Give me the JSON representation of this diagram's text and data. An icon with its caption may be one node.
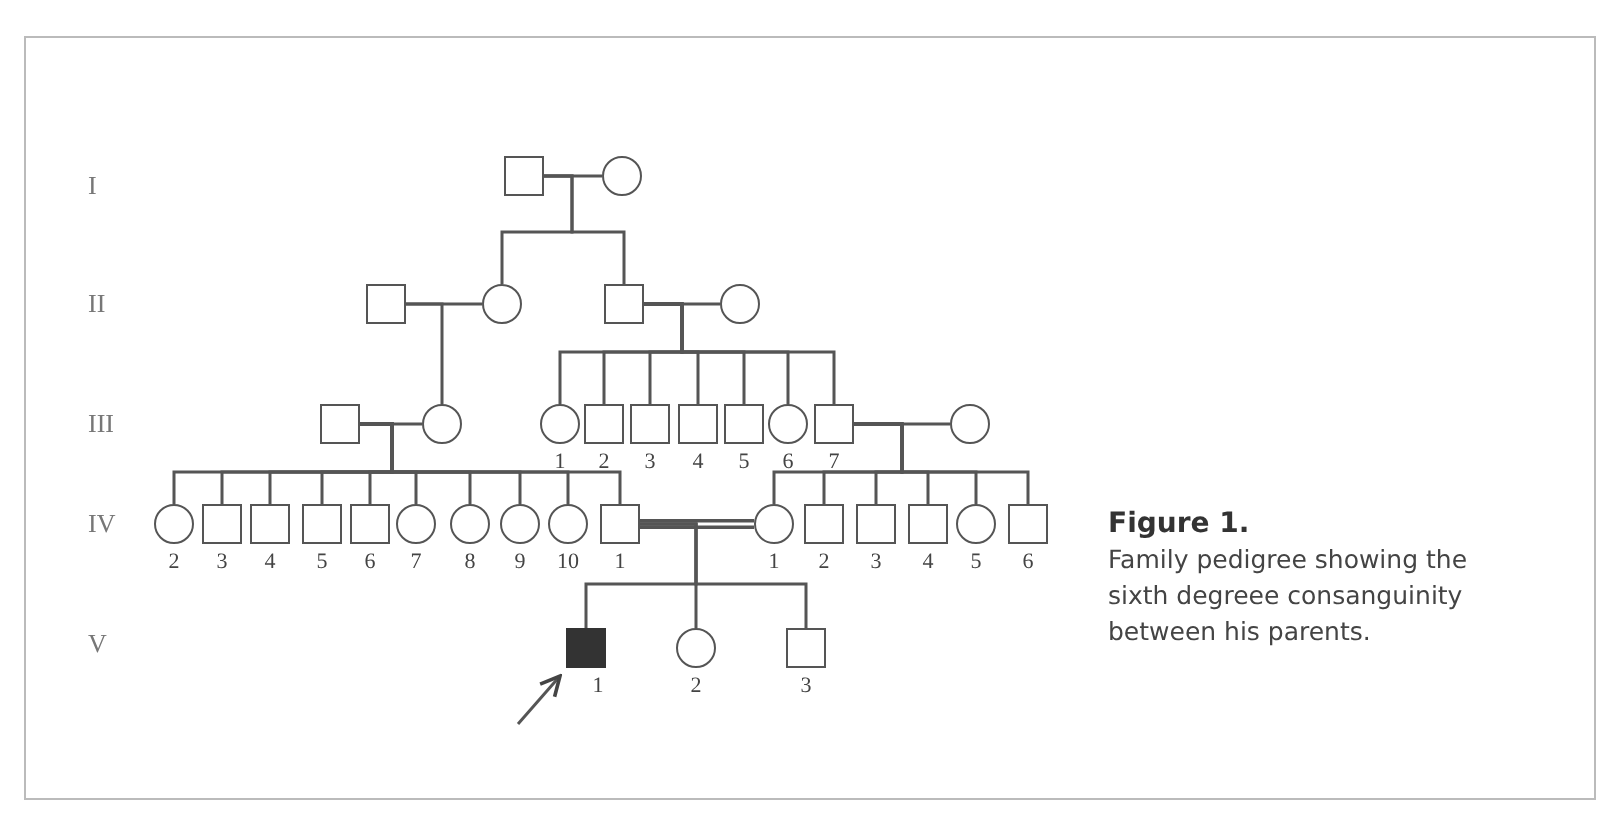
{
  "diagram": {
    "title": "Figure 1.",
    "caption": "Family pedigree showing the sixth degreee consanguinity between his parents.",
    "nodes": [
      {
        "text": [],
        "shape": "box"
      },
      {
        "text": [],
        "shape": "circle"
      },
      {
        "text": [],
        "shape": "box"
      },
      {
        "text": [],
        "shape": "circle"
      },
      {
        "text": [],
        "shape": "box"
      },
      {
        "text": [],
        "shape": "circle"
      },
      {
        "text": [],
        "shape": "box"
      },
      {
        "text": [],
        "shape": "circle"
      },
      {
        "text": [],
        "shape": "circle",
        "beside": [
          "1"
        ]
      },
      {
        "text": [],
        "shape": "box",
        "beside": [
          "2"
        ]
      },
      {
        "text": [],
        "shape": "box",
        "beside": [
          "3"
        ]
      },
      {
        "text": [],
        "shape": "box",
        "beside": [
          "4"
        ]
      },
      {
        "text": [],
        "shape": "box",
        "beside": [
          "5"
        ]
      },
      {
        "text": [],
        "shape": "circle",
        "beside": [
          "6"
        ]
      },
      {
        "text": [],
        "shape": "box",
        "beside": [
          "7"
        ]
      },
      {
        "text": [],
        "shape": "circle"
      },
      {
        "text": [],
        "shape": "circle",
        "beside": [
          "2"
        ]
      },
      {
        "text": [],
        "shape": "box",
        "beside": [
          "3"
        ]
      },
      {
        "text": [],
        "shape": "box",
        "beside": [
          "4"
        ]
      },
      {
        "text": [],
        "shape": "box",
        "beside": [
          "5"
        ]
      },
      {
        "text": [],
        "shape": "box",
        "beside": [
          "6"
        ]
      },
      {
        "text": [],
        "shape": "circle",
        "beside": [
          "7"
        ]
      },
      {
        "text": [],
        "shape": "circle",
        "beside": [
          "8"
        ]
      },
      {
        "text": [],
        "shape": "circle",
        "beside": [
          "9"
        ]
      },
      {
        "text": [],
        "shape": "circle",
        "beside": [
          "10"
        ]
      },
      {
        "text": [],
        "shape": "box",
        "beside": [
          "1"
        ]
      },
      {
        "text": [],
        "shape": "circle",
        "beside": [
          "1"
        ]
      },
      {
        "text": [],
        "shape": "box",
        "beside": [
          "2"
        ]
      },
      {
        "text": [],
        "shape": "box",
        "beside": [
          "3"
        ]
      },
      {
        "text": [],
        "shape": "box",
        "beside": [
          "4"
        ]
      },
      {
        "text": [],
        "shape": "circle",
        "beside": [
          "5"
        ]
      },
      {
        "text": [],
        "shape": "box",
        "beside": [
          "6"
        ]
      },
      {
        "text": [],
        "shape": "filled-box",
        "beside": [
          "1"
        ]
      },
      {
        "text": [],
        "shape": "circle",
        "beside": [
          "2"
        ]
      },
      {
        "text": [],
        "shape": "box",
        "beside": [
          "3"
        ]
      }
    ],
    "edges": [
      {
        "from": 0,
        "to": 1,
        "arrow": "none"
      },
      {
        "from": 0,
        "to": 3,
        "arrow": "none"
      },
      {
        "from": 0,
        "to": 4,
        "arrow": "none"
      },
      {
        "from": 2,
        "to": 3,
        "arrow": "none"
      },
      {
        "from": 2,
        "to": 7,
        "arrow": "none"
      },
      {
        "from": 4,
        "to": 5,
        "arrow": "none"
      },
      {
        "from": 4,
        "to": 8,
        "arrow": "none"
      },
      {
        "from": 4,
        "to": 9,
        "arrow": "none"
      },
      {
        "from": 4,
        "to": 10,
        "arrow": "none"
      },
      {
        "from": 4,
        "to": 11,
        "arrow": "none"
      },
      {
        "from": 4,
        "to": 12,
        "arrow": "none"
      },
      {
        "from": 4,
        "to": 13,
        "arrow": "none"
      },
      {
        "from": 4,
        "to": 14,
        "arrow": "none"
      },
      {
        "from": 6,
        "to": 7,
        "arrow": "none"
      },
      {
        "from": 6,
        "to": 16,
        "arrow": "none"
      },
      {
        "from": 6,
        "to": 17,
        "arrow": "none"
      },
      {
        "from": 6,
        "to": 18,
        "arrow": "none"
      },
      {
        "from": 6,
        "to": 19,
        "arrow": "none"
      },
      {
        "from": 6,
        "to": 20,
        "arrow": "none"
      },
      {
        "from": 6,
        "to": 21,
        "arrow": "none"
      },
      {
        "from": 6,
        "to": 22,
        "arrow": "none"
      },
      {
        "from": 6,
        "to": 23,
        "arrow": "none"
      },
      {
        "from": 6,
        "to": 24,
        "arrow": "none"
      },
      {
        "from": 6,
        "to": 25,
        "arrow": "none"
      },
      {
        "from": 14,
        "to": 15,
        "arrow": "none"
      },
      {
        "from": 14,
        "to": 26,
        "arrow": "none"
      },
      {
        "from": 14,
        "to": 27,
        "arrow": "none"
      },
      {
        "from": 14,
        "to": 28,
        "arrow": "none"
      },
      {
        "from": 14,
        "to": 29,
        "arrow": "none"
      },
      {
        "from": 14,
        "to": 30,
        "arrow": "none"
      },
      {
        "from": 14,
        "to": 31,
        "arrow": "none"
      },
      {
        "from": 25,
        "to": 26,
        "arrow": "none",
        "style": "thick"
      },
      {
        "from": 25,
        "to": 32,
        "arrow": "none"
      },
      {
        "from": 25,
        "to": 33,
        "arrow": "none"
      },
      {
        "from": 25,
        "to": 34,
        "arrow": "none"
      },
      {
        "from": null,
        "to": 32,
        "arrow": "to"
      }
    ],
    "labels": [
      "I",
      "II",
      "III",
      "IV",
      "V"
    ]
  }
}
